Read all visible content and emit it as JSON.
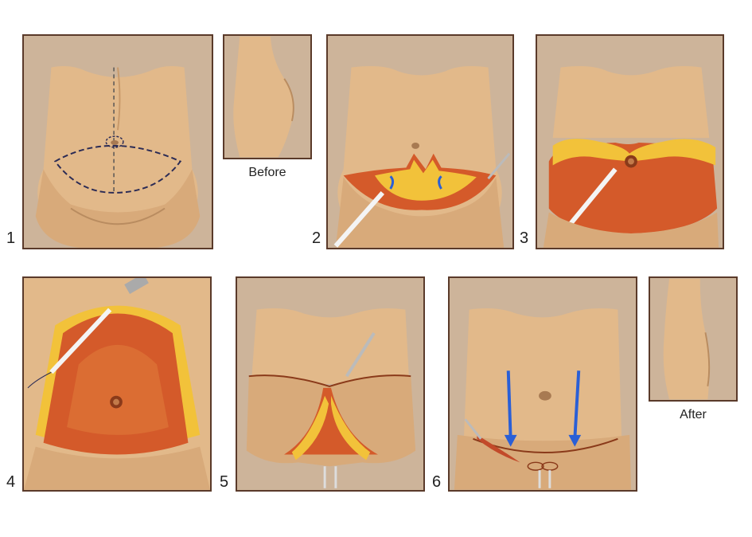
{
  "steps": [
    "1",
    "2",
    "3",
    "4",
    "5",
    "6"
  ],
  "captions": {
    "before": "Before",
    "after": "After"
  },
  "colors": {
    "background": "#cdb49a",
    "skin": "#e2b98a",
    "skin_shadow": "#b98c60",
    "border": "#5a3a2a",
    "fat": "#f2c23a",
    "tissue": "#d45a2a",
    "arrow": "#2a5fd6",
    "incision_line": "#2b2b55"
  }
}
